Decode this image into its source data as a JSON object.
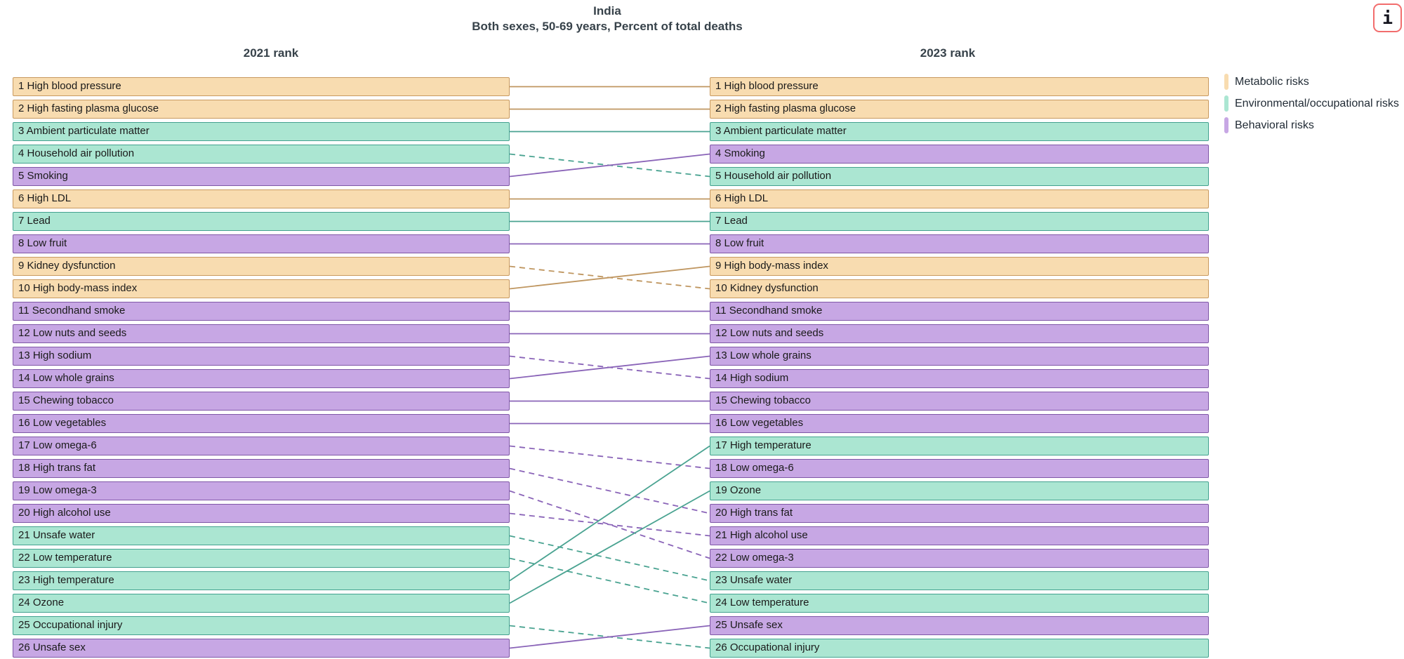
{
  "info_button": {
    "label": "i",
    "border_color": "#f26d6d"
  },
  "category_colors": {
    "metabolic": {
      "fill": "#f8dcb0",
      "border": "#c8995f",
      "line": "#bf9660"
    },
    "environmental": {
      "fill": "#abe6d2",
      "border": "#43a18f",
      "line": "#4aa391"
    },
    "behavioral": {
      "fill": "#c7a7e4",
      "border": "#7f57a6",
      "line": "#8a64b8"
    }
  },
  "legend": [
    {
      "label": "Metabolic risks",
      "category": "metabolic"
    },
    {
      "label": "Environmental/occupational risks",
      "category": "environmental"
    },
    {
      "label": "Behavioral risks",
      "category": "behavioral"
    }
  ],
  "chart_data": {
    "type": "table",
    "subtype": "rank-change-slopegraph",
    "title": "India",
    "subtitle": "Both sexes, 50-69 years, Percent of total deaths",
    "columns": [
      "2021 rank",
      "2023 rank"
    ],
    "legend_position": "right",
    "ranks_2021": [
      {
        "rank": 1,
        "name": "High blood pressure",
        "category": "metabolic"
      },
      {
        "rank": 2,
        "name": "High fasting plasma glucose",
        "category": "metabolic"
      },
      {
        "rank": 3,
        "name": "Ambient particulate matter",
        "category": "environmental"
      },
      {
        "rank": 4,
        "name": "Household air pollution",
        "category": "environmental"
      },
      {
        "rank": 5,
        "name": "Smoking",
        "category": "behavioral"
      },
      {
        "rank": 6,
        "name": "High LDL",
        "category": "metabolic"
      },
      {
        "rank": 7,
        "name": "Lead",
        "category": "environmental"
      },
      {
        "rank": 8,
        "name": "Low fruit",
        "category": "behavioral"
      },
      {
        "rank": 9,
        "name": "Kidney dysfunction",
        "category": "metabolic"
      },
      {
        "rank": 10,
        "name": "High body-mass index",
        "category": "metabolic"
      },
      {
        "rank": 11,
        "name": "Secondhand smoke",
        "category": "behavioral"
      },
      {
        "rank": 12,
        "name": "Low nuts and seeds",
        "category": "behavioral"
      },
      {
        "rank": 13,
        "name": "High sodium",
        "category": "behavioral"
      },
      {
        "rank": 14,
        "name": "Low whole grains",
        "category": "behavioral"
      },
      {
        "rank": 15,
        "name": "Chewing tobacco",
        "category": "behavioral"
      },
      {
        "rank": 16,
        "name": "Low vegetables",
        "category": "behavioral"
      },
      {
        "rank": 17,
        "name": "Low omega-6",
        "category": "behavioral"
      },
      {
        "rank": 18,
        "name": "High trans fat",
        "category": "behavioral"
      },
      {
        "rank": 19,
        "name": "Low omega-3",
        "category": "behavioral"
      },
      {
        "rank": 20,
        "name": "High alcohol use",
        "category": "behavioral"
      },
      {
        "rank": 21,
        "name": "Unsafe water",
        "category": "environmental"
      },
      {
        "rank": 22,
        "name": "Low temperature",
        "category": "environmental"
      },
      {
        "rank": 23,
        "name": "High temperature",
        "category": "environmental"
      },
      {
        "rank": 24,
        "name": "Ozone",
        "category": "environmental"
      },
      {
        "rank": 25,
        "name": "Occupational injury",
        "category": "environmental"
      },
      {
        "rank": 26,
        "name": "Unsafe sex",
        "category": "behavioral"
      }
    ],
    "ranks_2023": [
      {
        "rank": 1,
        "name": "High blood pressure",
        "category": "metabolic"
      },
      {
        "rank": 2,
        "name": "High fasting plasma glucose",
        "category": "metabolic"
      },
      {
        "rank": 3,
        "name": "Ambient particulate matter",
        "category": "environmental"
      },
      {
        "rank": 4,
        "name": "Smoking",
        "category": "behavioral"
      },
      {
        "rank": 5,
        "name": "Household air pollution",
        "category": "environmental"
      },
      {
        "rank": 6,
        "name": "High LDL",
        "category": "metabolic"
      },
      {
        "rank": 7,
        "name": "Lead",
        "category": "environmental"
      },
      {
        "rank": 8,
        "name": "Low fruit",
        "category": "behavioral"
      },
      {
        "rank": 9,
        "name": "High body-mass index",
        "category": "metabolic"
      },
      {
        "rank": 10,
        "name": "Kidney dysfunction",
        "category": "metabolic"
      },
      {
        "rank": 11,
        "name": "Secondhand smoke",
        "category": "behavioral"
      },
      {
        "rank": 12,
        "name": "Low nuts and seeds",
        "category": "behavioral"
      },
      {
        "rank": 13,
        "name": "Low whole grains",
        "category": "behavioral"
      },
      {
        "rank": 14,
        "name": "High sodium",
        "category": "behavioral"
      },
      {
        "rank": 15,
        "name": "Chewing tobacco",
        "category": "behavioral"
      },
      {
        "rank": 16,
        "name": "Low vegetables",
        "category": "behavioral"
      },
      {
        "rank": 17,
        "name": "High temperature",
        "category": "environmental"
      },
      {
        "rank": 18,
        "name": "Low omega-6",
        "category": "behavioral"
      },
      {
        "rank": 19,
        "name": "Ozone",
        "category": "environmental"
      },
      {
        "rank": 20,
        "name": "High trans fat",
        "category": "behavioral"
      },
      {
        "rank": 21,
        "name": "High alcohol use",
        "category": "behavioral"
      },
      {
        "rank": 22,
        "name": "Low omega-3",
        "category": "behavioral"
      },
      {
        "rank": 23,
        "name": "Unsafe water",
        "category": "environmental"
      },
      {
        "rank": 24,
        "name": "Low temperature",
        "category": "environmental"
      },
      {
        "rank": 25,
        "name": "Unsafe sex",
        "category": "behavioral"
      },
      {
        "rank": 26,
        "name": "Occupational injury",
        "category": "environmental"
      }
    ],
    "links": [
      {
        "from": 1,
        "to": 1,
        "style": "solid",
        "category": "metabolic"
      },
      {
        "from": 2,
        "to": 2,
        "style": "solid",
        "category": "metabolic"
      },
      {
        "from": 3,
        "to": 3,
        "style": "solid",
        "category": "environmental"
      },
      {
        "from": 4,
        "to": 5,
        "style": "dashed",
        "category": "environmental"
      },
      {
        "from": 5,
        "to": 4,
        "style": "solid",
        "category": "behavioral"
      },
      {
        "from": 6,
        "to": 6,
        "style": "solid",
        "category": "metabolic"
      },
      {
        "from": 7,
        "to": 7,
        "style": "solid",
        "category": "environmental"
      },
      {
        "from": 8,
        "to": 8,
        "style": "solid",
        "category": "behavioral"
      },
      {
        "from": 9,
        "to": 10,
        "style": "dashed",
        "category": "metabolic"
      },
      {
        "from": 10,
        "to": 9,
        "style": "solid",
        "category": "metabolic"
      },
      {
        "from": 11,
        "to": 11,
        "style": "solid",
        "category": "behavioral"
      },
      {
        "from": 12,
        "to": 12,
        "style": "solid",
        "category": "behavioral"
      },
      {
        "from": 13,
        "to": 14,
        "style": "dashed",
        "category": "behavioral"
      },
      {
        "from": 14,
        "to": 13,
        "style": "solid",
        "category": "behavioral"
      },
      {
        "from": 15,
        "to": 15,
        "style": "solid",
        "category": "behavioral"
      },
      {
        "from": 16,
        "to": 16,
        "style": "solid",
        "category": "behavioral"
      },
      {
        "from": 17,
        "to": 18,
        "style": "dashed",
        "category": "behavioral"
      },
      {
        "from": 18,
        "to": 20,
        "style": "dashed",
        "category": "behavioral"
      },
      {
        "from": 19,
        "to": 22,
        "style": "dashed",
        "category": "behavioral"
      },
      {
        "from": 20,
        "to": 21,
        "style": "dashed",
        "category": "behavioral"
      },
      {
        "from": 21,
        "to": 23,
        "style": "dashed",
        "category": "environmental"
      },
      {
        "from": 22,
        "to": 24,
        "style": "dashed",
        "category": "environmental"
      },
      {
        "from": 23,
        "to": 17,
        "style": "solid",
        "category": "environmental"
      },
      {
        "from": 24,
        "to": 19,
        "style": "solid",
        "category": "environmental"
      },
      {
        "from": 25,
        "to": 26,
        "style": "dashed",
        "category": "environmental"
      },
      {
        "from": 26,
        "to": 25,
        "style": "solid",
        "category": "behavioral"
      }
    ]
  }
}
